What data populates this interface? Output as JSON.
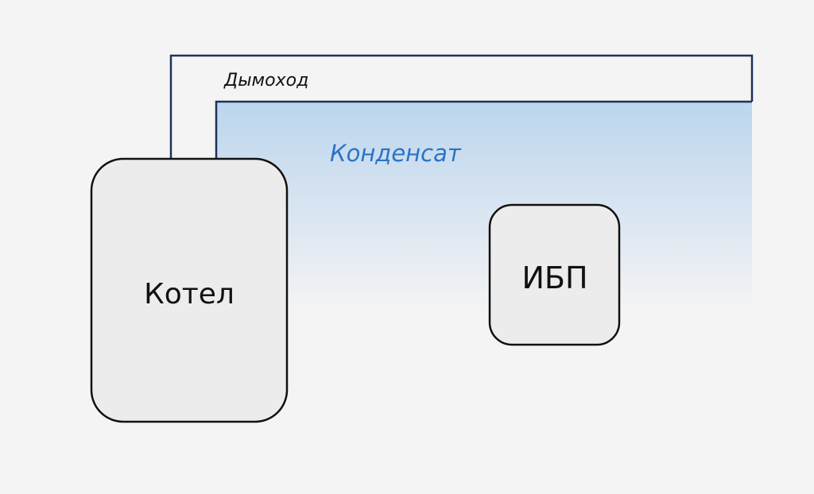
{
  "diagram": {
    "labels": {
      "chimney": "Дымоход",
      "condensate": "Конденсат",
      "boiler": "Котел",
      "ups": "ИБП"
    },
    "colors": {
      "background": "#f4f4f4",
      "outline": "#1c3358",
      "box_fill": "#ececec",
      "box_stroke": "#111111",
      "condensate_text": "#2a74c4",
      "condensate_gradient_top": "#bcd5ee",
      "condensate_gradient_bottom": "#f4f4f4"
    }
  }
}
